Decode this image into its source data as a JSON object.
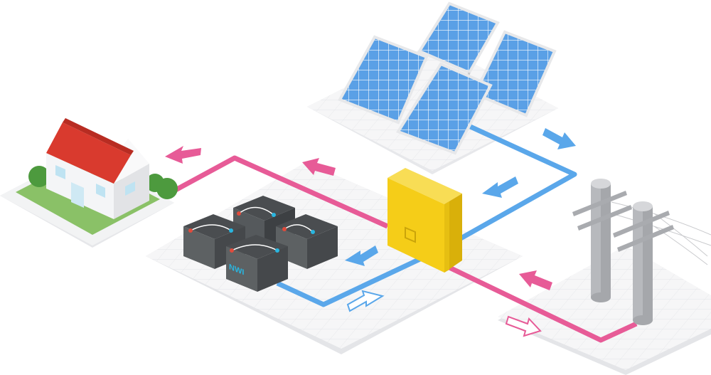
{
  "diagram": {
    "components": [
      {
        "id": "house",
        "icon": "house-icon"
      },
      {
        "id": "solar-panels",
        "icon": "solar-panel-icon"
      },
      {
        "id": "inverter",
        "icon": "inverter-icon"
      },
      {
        "id": "batteries",
        "icon": "battery-icon",
        "label": "NWI"
      },
      {
        "id": "utility-poles",
        "icon": "utility-pole-icon"
      }
    ],
    "connections": [
      {
        "from": "solar-panels",
        "to": "inverter",
        "color_name": "blue"
      },
      {
        "from": "inverter",
        "to": "batteries",
        "color_name": "blue"
      },
      {
        "from": "batteries",
        "to": "inverter",
        "color_name": "blue"
      },
      {
        "from": "inverter",
        "to": "house",
        "color_name": "pink"
      },
      {
        "from": "utility-poles",
        "to": "inverter",
        "color_name": "pink"
      },
      {
        "from": "inverter",
        "to": "utility-poles",
        "color_name": "pink"
      }
    ]
  },
  "colors": {
    "dc_line": "#5aa7ea",
    "ac_line": "#e75b97",
    "inverter": "#f5cd18",
    "roof": "#d93a2e",
    "grass": "#8ac167",
    "panel": "#5aa0e6",
    "battery": "#5d6163",
    "pole": "#b7b9bd"
  }
}
